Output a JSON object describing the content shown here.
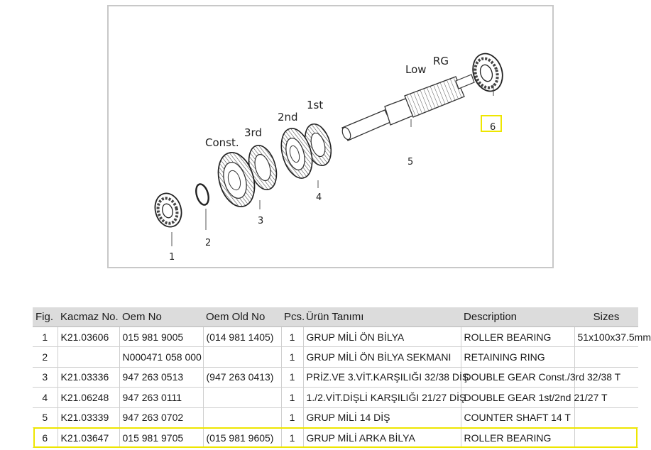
{
  "diagram": {
    "gear_labels": {
      "const": "Const.",
      "third": "3rd",
      "second": "2nd",
      "first": "1st",
      "low": "Low",
      "rg": "RG"
    },
    "callouts": [
      "1",
      "2",
      "3",
      "4",
      "5",
      "6"
    ],
    "highlighted_callout": "6",
    "highlight_color": "#eee600"
  },
  "table": {
    "headers": {
      "fig": "Fig.",
      "kacmaz": "Kacmaz No.",
      "oem": "Oem No",
      "oem_old": "Oem Old No",
      "pcs": "Pcs.",
      "urun": "Ürün Tanımı",
      "desc": "Description",
      "sizes": "Sizes"
    },
    "rows": [
      {
        "fig": "1",
        "kacmaz": "K21.03606",
        "oem": "015 981 9005",
        "oem_old": "(014 981 1405)",
        "pcs": "1",
        "urun": "GRUP MİLİ ÖN BİLYA",
        "desc": "ROLLER BEARING",
        "sizes": "51x100x37.5mm"
      },
      {
        "fig": "2",
        "kacmaz": "",
        "oem": "N000471 058 000",
        "oem_old": "",
        "pcs": "1",
        "urun": "GRUP MİLİ ÖN BİLYA SEKMANI",
        "desc": "RETAINING RING",
        "sizes": ""
      },
      {
        "fig": "3",
        "kacmaz": "K21.03336",
        "oem": "947 263 0513",
        "oem_old": "(947 263 0413)",
        "pcs": "1",
        "urun": "PRİZ.VE 3.VİT.KARŞILIĞI 32/38 DİŞ",
        "desc": "DOUBLE GEAR Const./3rd 32/38 T",
        "sizes": ""
      },
      {
        "fig": "4",
        "kacmaz": "K21.06248",
        "oem": "947 263 0111",
        "oem_old": "",
        "pcs": "1",
        "urun": "1./2.VİT.DİŞLİ KARŞILIĞI 21/27 DİŞ",
        "desc": "DOUBLE GEAR 1st/2nd  21/27 T",
        "sizes": ""
      },
      {
        "fig": "5",
        "kacmaz": "K21.03339",
        "oem": "947 263 0702",
        "oem_old": "",
        "pcs": "1",
        "urun": "GRUP MİLİ 14 DİŞ",
        "desc": "COUNTER SHAFT 14 T",
        "sizes": ""
      },
      {
        "fig": "6",
        "kacmaz": "K21.03647",
        "oem": "015 981 9705",
        "oem_old": "(015 981 9605)",
        "pcs": "1",
        "urun": "GRUP MİLİ ARKA BİLYA",
        "desc": "ROLLER BEARING",
        "sizes": ""
      }
    ]
  }
}
